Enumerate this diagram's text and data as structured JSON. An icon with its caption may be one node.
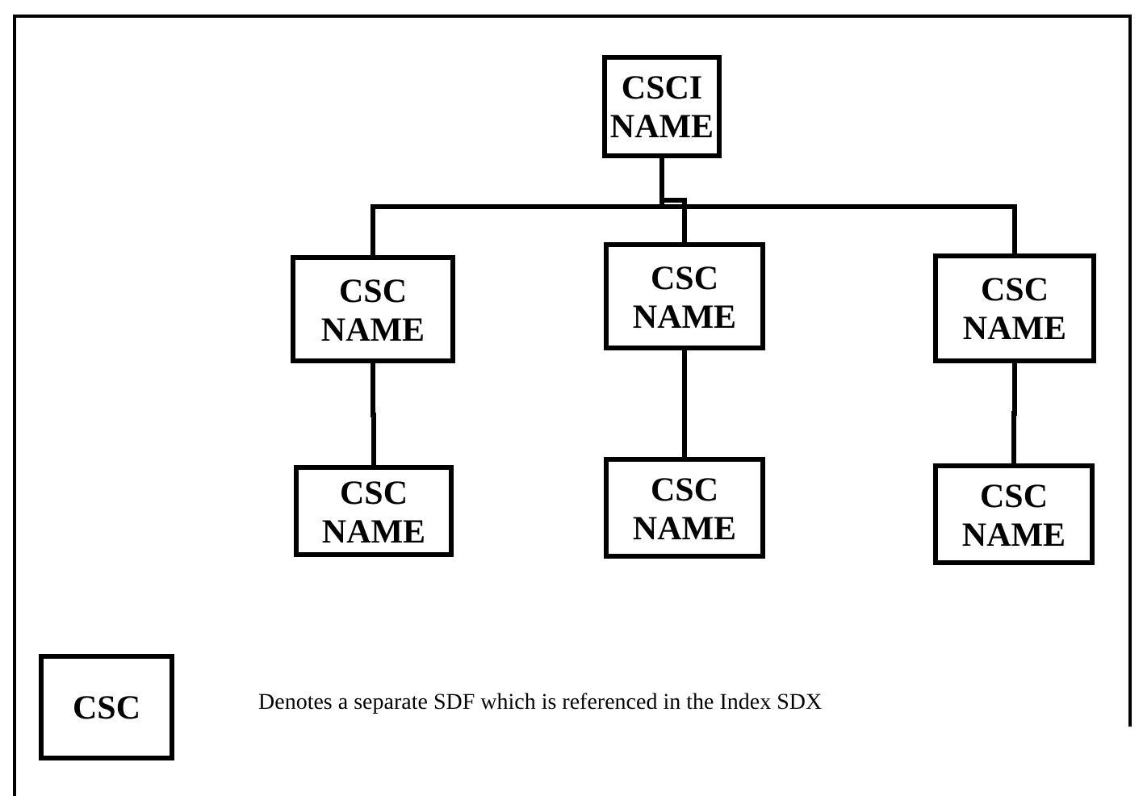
{
  "diagram": {
    "nodes": [
      {
        "text": [
          "CSCI NAME"
        ]
      },
      {
        "text": [
          "CSC NAME"
        ]
      },
      {
        "text": [
          "CSC NAME"
        ]
      },
      {
        "text": [
          "CSC NAME"
        ]
      },
      {
        "text": [
          "CSC NAME"
        ]
      },
      {
        "text": [
          "CSC NAME"
        ]
      },
      {
        "text": [
          "CSC NAME"
        ]
      },
      {
        "text": [
          "CSC"
        ],
        "beside": [
          "Denotes a separate SDF which is referenced in the Index SDX"
        ]
      }
    ],
    "edges": [
      {
        "from": 0,
        "to": 1,
        "arrow": "none"
      },
      {
        "from": 0,
        "to": 2,
        "arrow": "none"
      },
      {
        "from": 0,
        "to": 3,
        "arrow": "none"
      },
      {
        "from": 1,
        "to": 4,
        "arrow": "none"
      },
      {
        "from": 2,
        "to": 5,
        "arrow": "none"
      },
      {
        "from": 3,
        "to": 6,
        "arrow": "none"
      }
    ]
  }
}
